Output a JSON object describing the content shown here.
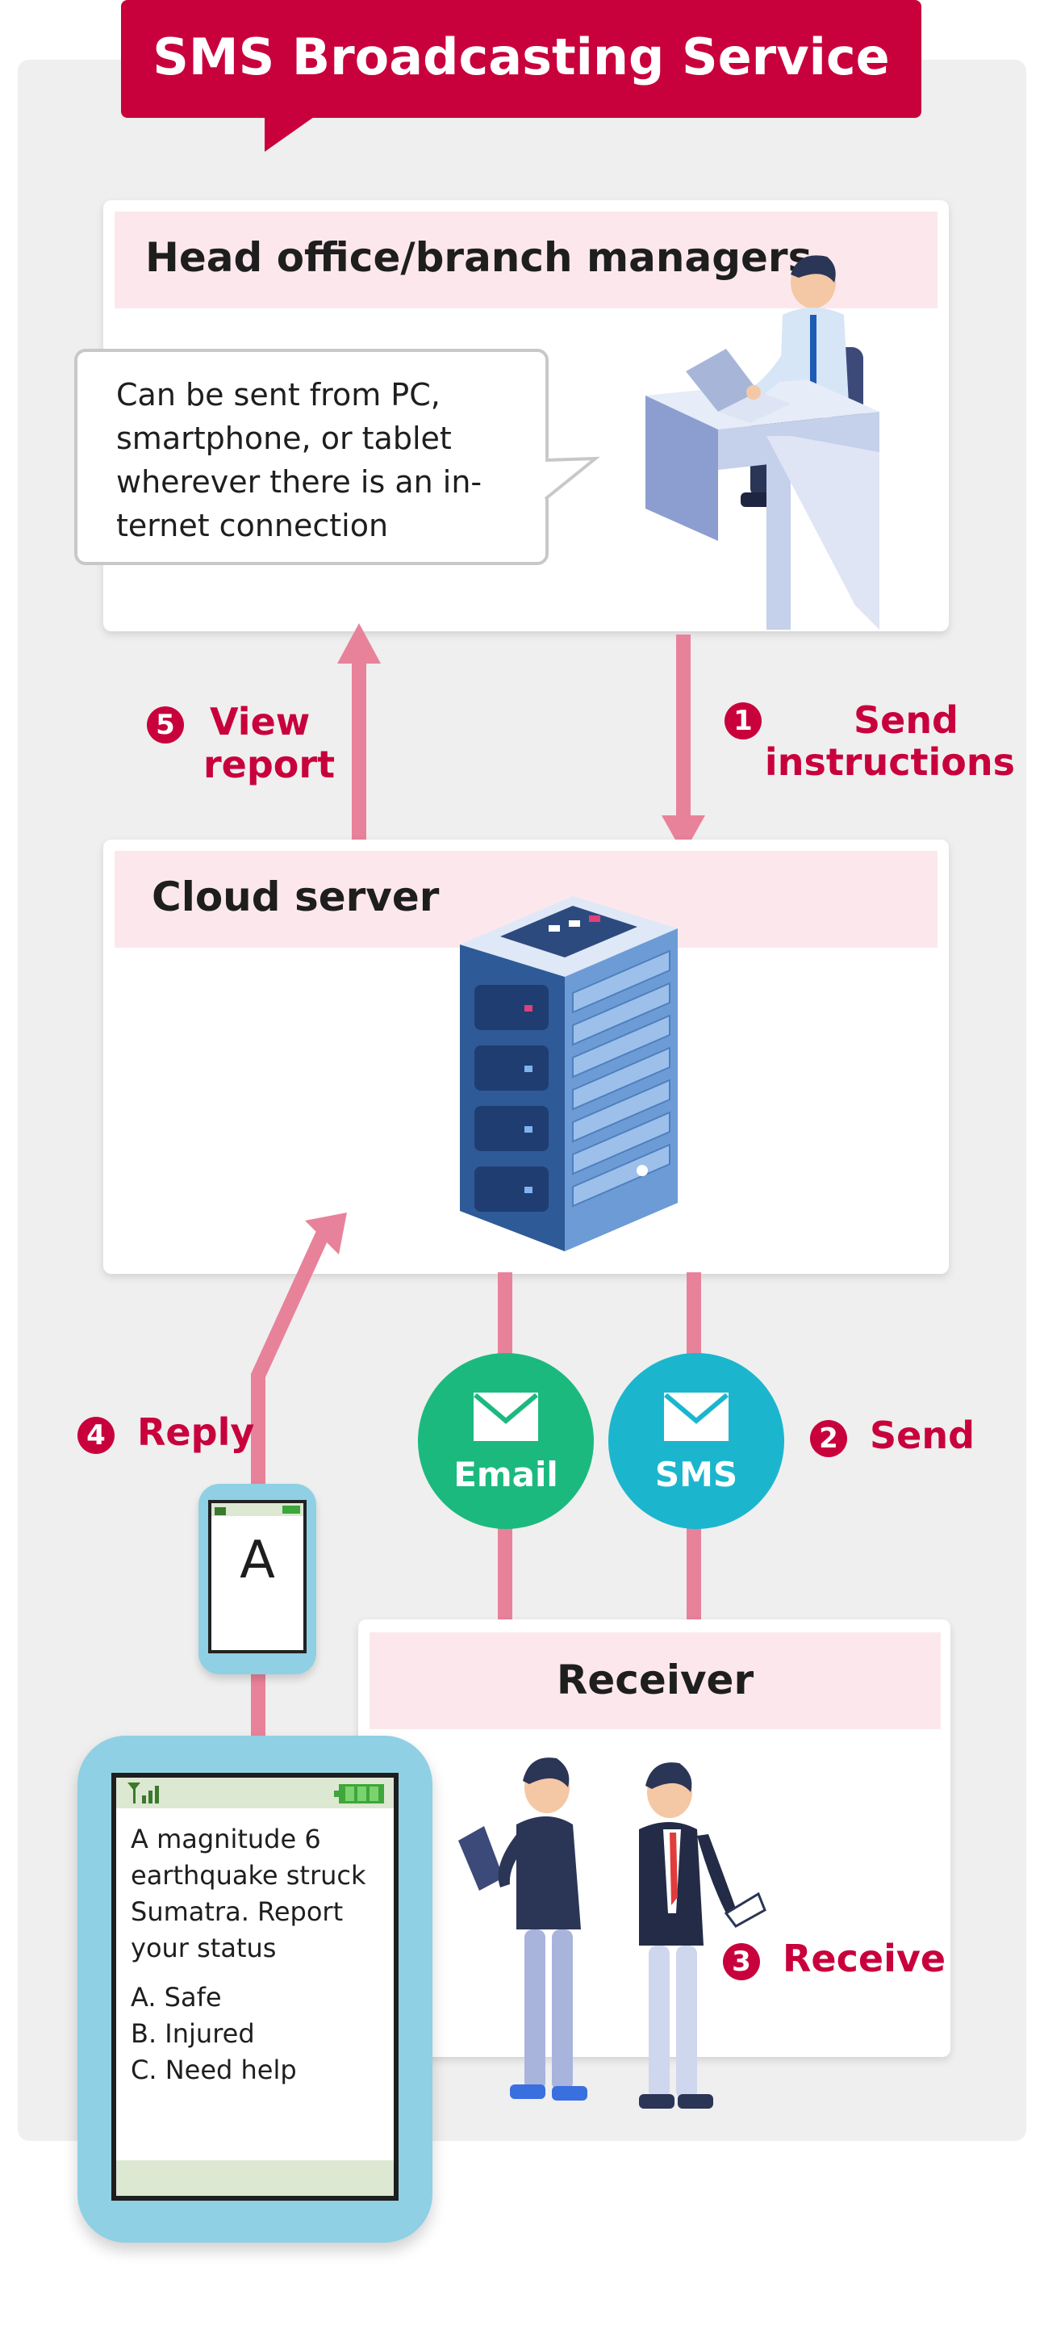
{
  "title": "SMS Broadcasting Service",
  "head_office": {
    "label": "Head office/branch managers",
    "bubble": [
      "Can be sent from PC,",
      "smartphone, or tablet",
      "wherever there is an in-",
      "ternet connection"
    ]
  },
  "cloud": {
    "label": "Cloud server"
  },
  "receiver": {
    "label": "Receiver"
  },
  "steps": {
    "s1": {
      "num": "1",
      "line1": "Send",
      "line2": "instructions"
    },
    "s2": {
      "num": "2",
      "line1": "Send"
    },
    "s3": {
      "num": "3",
      "line1": "Receive"
    },
    "s4": {
      "num": "4",
      "line1": "Reply"
    },
    "s5": {
      "num": "5",
      "line1": "View",
      "line2": "report"
    }
  },
  "channels": {
    "email": "Email",
    "sms": "SMS"
  },
  "small_phone": {
    "reply_letter": "A"
  },
  "big_phone": {
    "message": [
      "A magnitude 6",
      "earthquake struck",
      "Sumatra. Report",
      "your status"
    ],
    "options": [
      "A. Safe",
      "B. Injured",
      "C. Need help"
    ]
  },
  "colors": {
    "accent": "#c8003c",
    "arrow": "#e8829a",
    "email": "#1cb97f",
    "sms": "#1bb6ce",
    "band": "#fce8ec"
  },
  "icons": [
    "envelope-icon",
    "server-icon",
    "desk-worker-icon",
    "people-icon",
    "signal-icon",
    "battery-icon"
  ]
}
